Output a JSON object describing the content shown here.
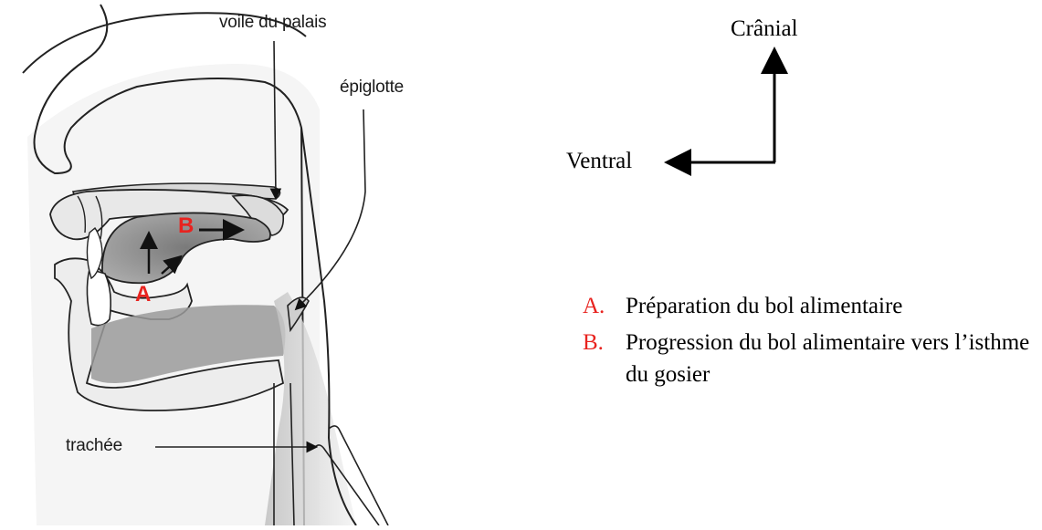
{
  "diagram": {
    "labels": {
      "soft_palate": "voile du palais",
      "epiglottis": "épiglotte",
      "trachea": "trachée"
    },
    "steps": {
      "a": "A",
      "b": "B"
    }
  },
  "orientation": {
    "cranial": "Crânial",
    "ventral": "Ventral"
  },
  "legend": {
    "items": [
      {
        "marker": "A.",
        "text": "Préparation du bol alimentaire"
      },
      {
        "marker": "B.",
        "text": "Progression du bol alimentaire vers l’isthme du gosier"
      }
    ]
  },
  "colors": {
    "accent_red": "#e8231f",
    "ink": "#1a1a1a",
    "shade": "#8a8a8a"
  }
}
